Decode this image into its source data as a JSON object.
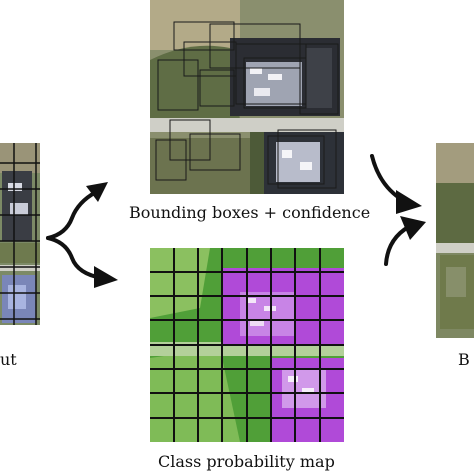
{
  "labels": {
    "input": "ut",
    "bounding_boxes": "Bounding boxes + confidence",
    "class_probability": "Class probability map",
    "output": "B"
  },
  "colors": {
    "grid_line": "#111111",
    "vegetation_class": "#3fbf2f",
    "building_class": "#c040e8",
    "box_outline": "#1a1a1a",
    "arrow": "#111111"
  },
  "icons": [
    "arrow-split-icon",
    "arrow-merge-icon"
  ]
}
